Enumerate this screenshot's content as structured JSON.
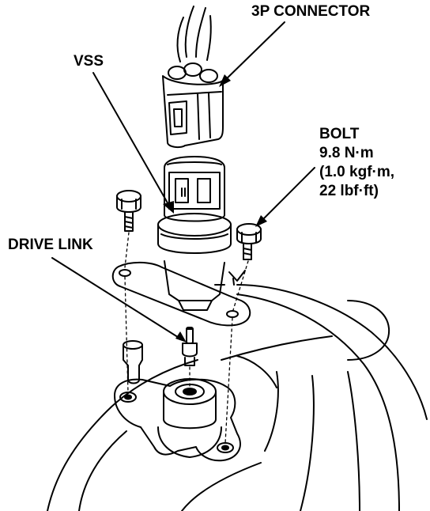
{
  "labels": {
    "connector": "3P CONNECTOR",
    "vss": "VSS",
    "drive_link": "DRIVE LINK",
    "bolt": {
      "title": "BOLT",
      "torque_nm": "9.8 N·m",
      "torque_kgf": "(1.0 kgf·m,",
      "torque_lbf": "22 lbf·ft)"
    }
  },
  "colors": {
    "ink": "#000000",
    "paper": "#ffffff"
  }
}
